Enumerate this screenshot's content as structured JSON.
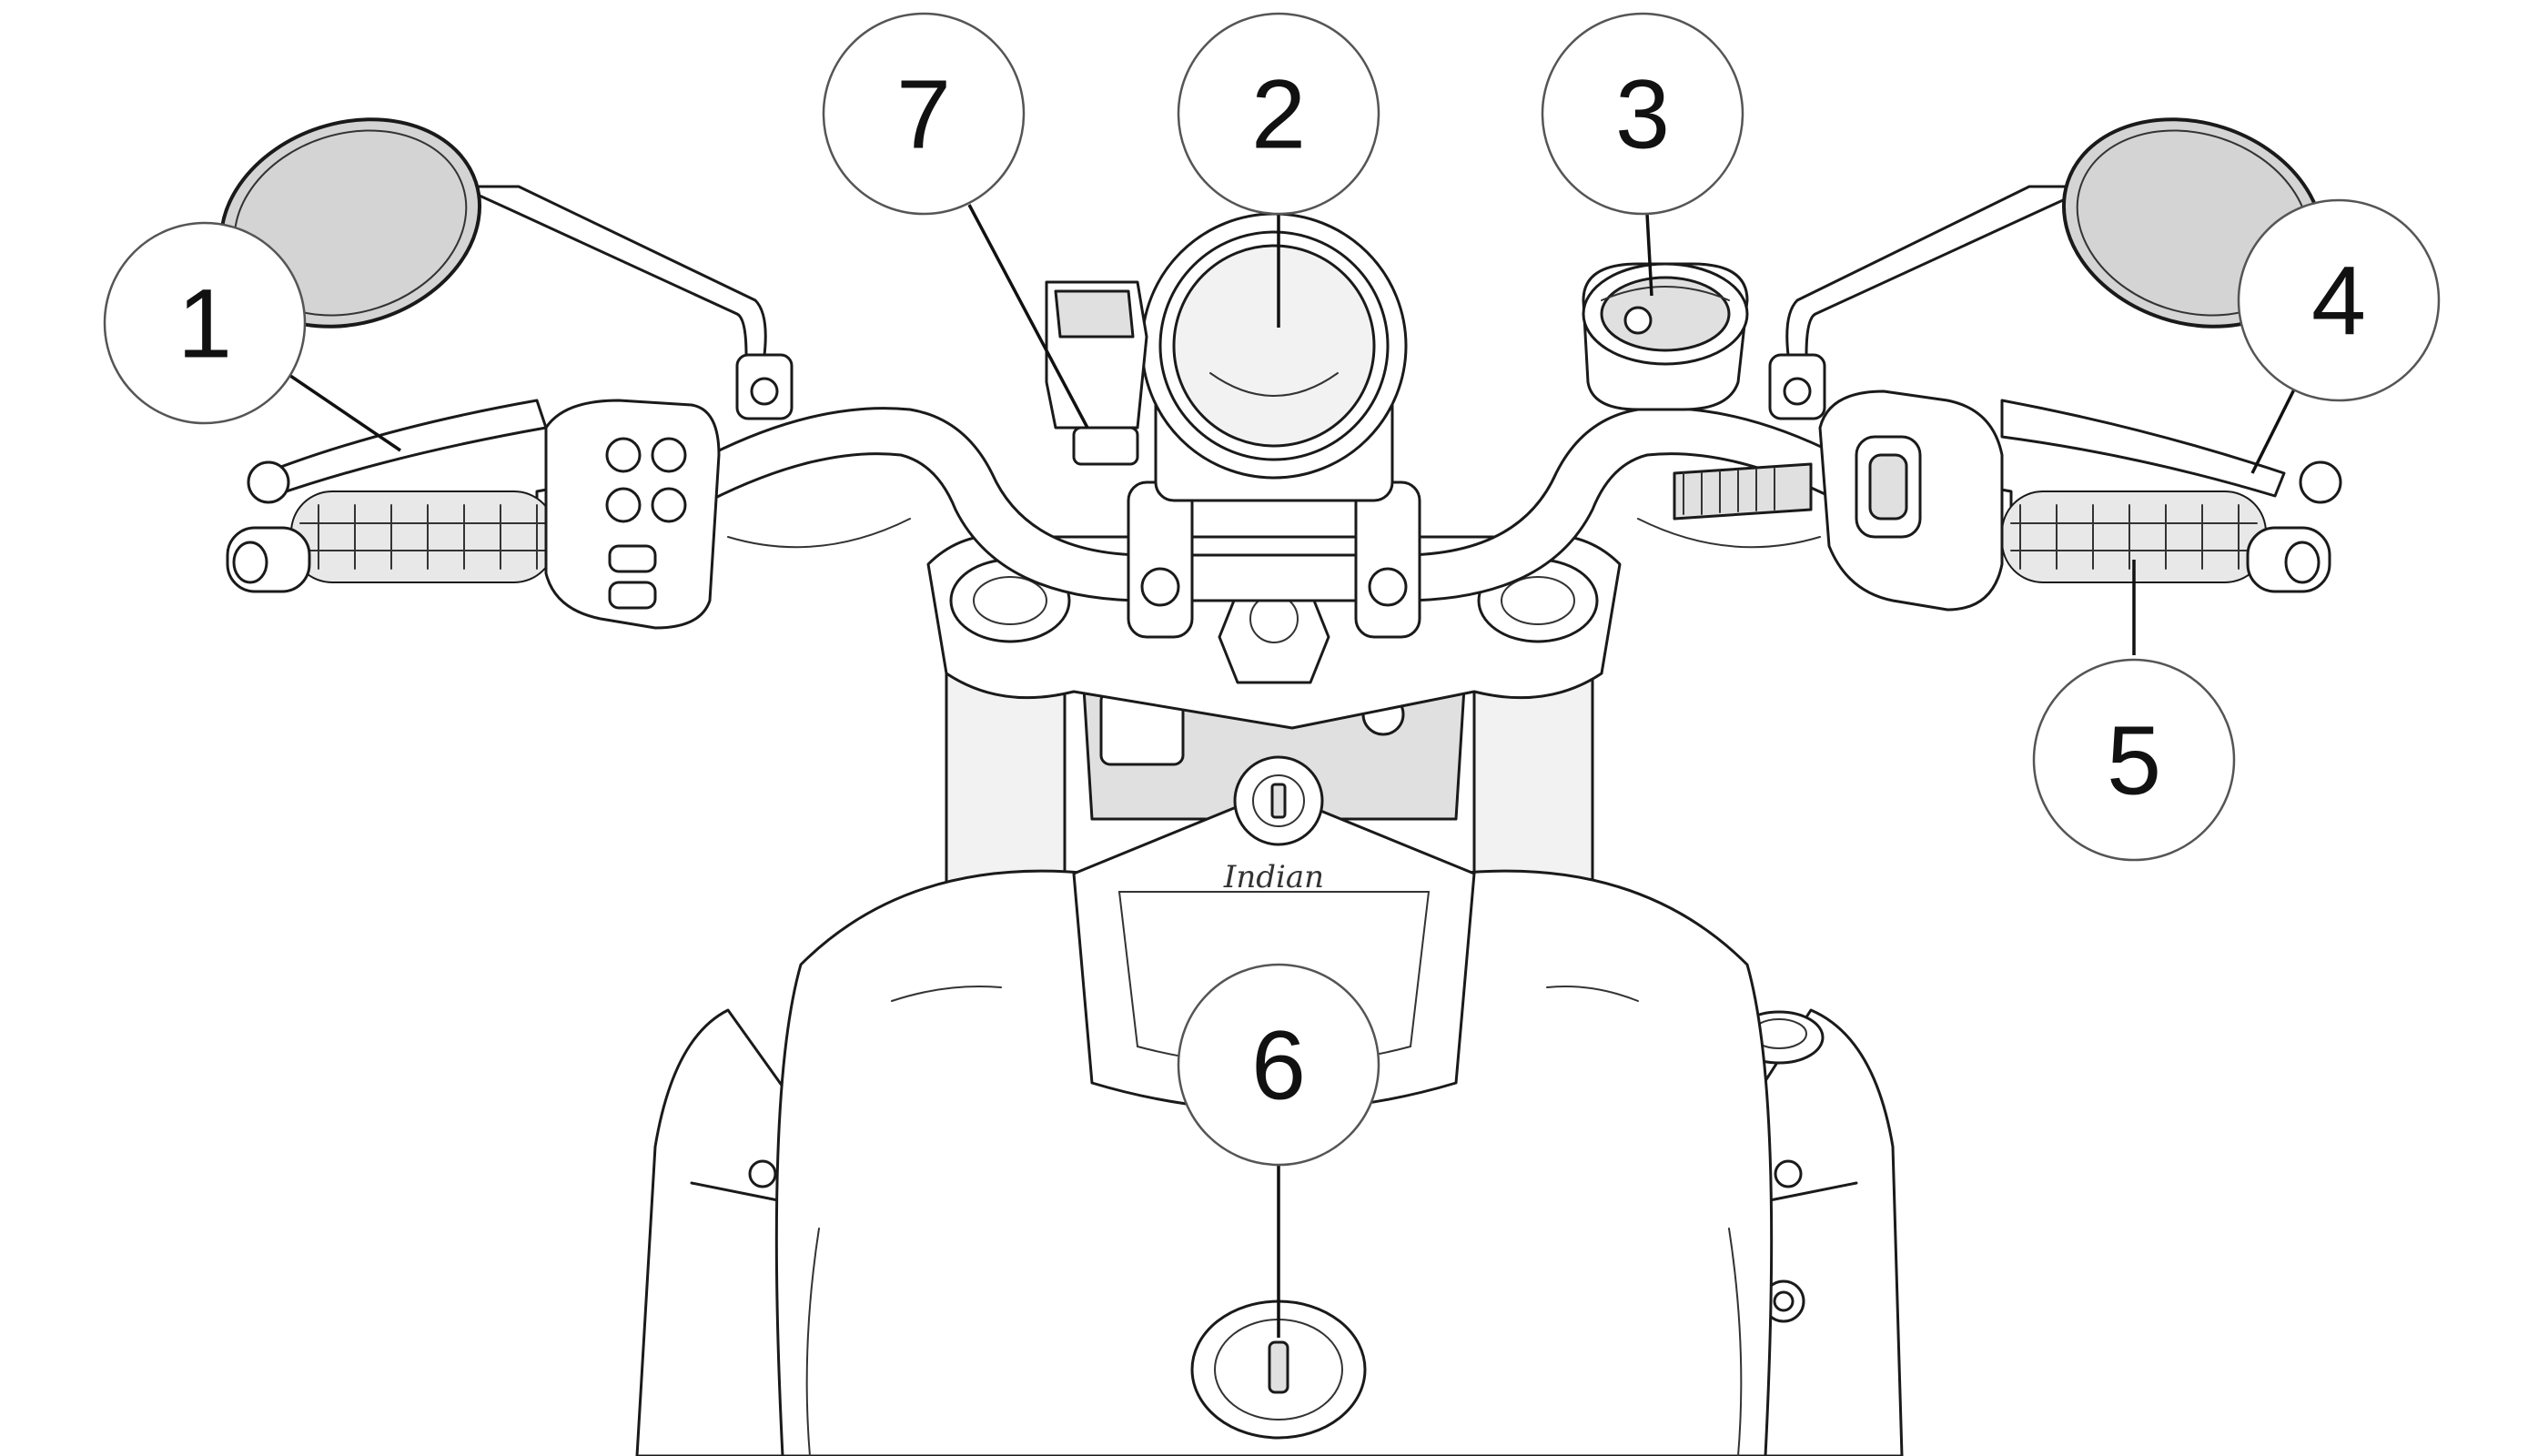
{
  "callouts": [
    {
      "id": "1",
      "label": "1"
    },
    {
      "id": "2",
      "label": "2"
    },
    {
      "id": "3",
      "label": "3"
    },
    {
      "id": "4",
      "label": "4"
    },
    {
      "id": "5",
      "label": "5"
    },
    {
      "id": "6",
      "label": "6"
    },
    {
      "id": "7",
      "label": "7"
    }
  ],
  "logo_text": "Indian"
}
